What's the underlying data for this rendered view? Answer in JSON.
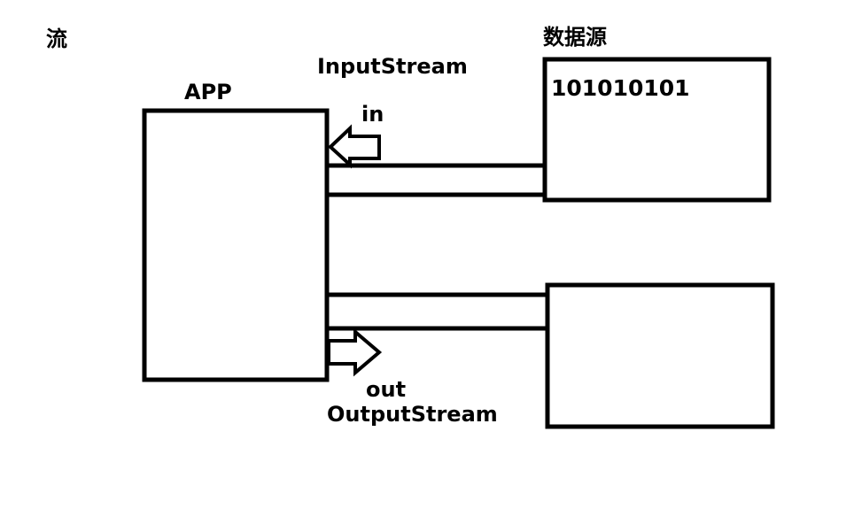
{
  "diagram": {
    "title": "流",
    "app": {
      "label": "APP"
    },
    "data_source": {
      "label": "数据源",
      "content": "101010101"
    },
    "output_target": {
      "label": "",
      "content": ""
    },
    "input_stream": {
      "label": "InputStream",
      "variable": "in",
      "direction": "data-source-to-app"
    },
    "output_stream": {
      "label": "OutputStream",
      "variable": "out",
      "direction": "app-to-output-target"
    },
    "colors": {
      "stroke": "#000000",
      "background": "#ffffff"
    }
  }
}
